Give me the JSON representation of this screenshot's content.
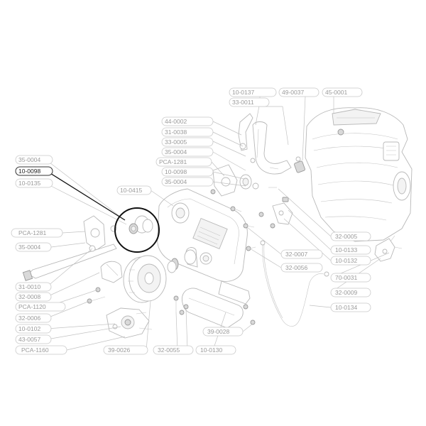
{
  "highlighted_part": "10-0098",
  "callouts": [
    {
      "id": "c-10-0137",
      "text": "10-0137"
    },
    {
      "id": "c-49-0037",
      "text": "49-0037"
    },
    {
      "id": "c-45-0001",
      "text": "45-0001"
    },
    {
      "id": "c-33-0011",
      "text": "33-0011"
    },
    {
      "id": "c-44-0002",
      "text": "44-0002"
    },
    {
      "id": "c-31-0038",
      "text": "31-0038"
    },
    {
      "id": "c-33-0005",
      "text": "33-0005"
    },
    {
      "id": "c-35-0004-a",
      "text": "35-0004"
    },
    {
      "id": "c-PCA-1281-a",
      "text": "PCA-1281"
    },
    {
      "id": "c-10-0098-a",
      "text": "10-0098"
    },
    {
      "id": "c-35-0004-b",
      "text": "35-0004"
    },
    {
      "id": "c-10-0415",
      "text": "10-0415"
    },
    {
      "id": "c-35-0004-c",
      "text": "35-0004"
    },
    {
      "id": "c-10-0098-b",
      "text": "10-0098"
    },
    {
      "id": "c-10-0135",
      "text": "10-0135"
    },
    {
      "id": "c-PCA-1281-b",
      "text": "PCA-1281"
    },
    {
      "id": "c-35-0004-d",
      "text": "35-0004"
    },
    {
      "id": "c-31-0010",
      "text": "31-0010"
    },
    {
      "id": "c-32-0008",
      "text": "32-0008"
    },
    {
      "id": "c-PCA-1120",
      "text": "PCA-1120"
    },
    {
      "id": "c-32-0006",
      "text": "32-0006"
    },
    {
      "id": "c-10-0102",
      "text": "10-0102"
    },
    {
      "id": "c-43-0057",
      "text": "43-0057"
    },
    {
      "id": "c-PCA-1160",
      "text": "PCA-1160"
    },
    {
      "id": "c-39-0026",
      "text": "39-0026"
    },
    {
      "id": "c-32-0055",
      "text": "32-0055"
    },
    {
      "id": "c-10-0130",
      "text": "10-0130"
    },
    {
      "id": "c-39-0028",
      "text": "39-0028"
    },
    {
      "id": "c-10-0134",
      "text": "10-0134"
    },
    {
      "id": "c-32-0009",
      "text": "32-0009"
    },
    {
      "id": "c-70-0031",
      "text": "70-0031"
    },
    {
      "id": "c-10-0132",
      "text": "10-0132"
    },
    {
      "id": "c-32-0056",
      "text": "32-0056"
    },
    {
      "id": "c-32-0007",
      "text": "32-0007"
    },
    {
      "id": "c-10-0133",
      "text": "10-0133"
    },
    {
      "id": "c-32-0005",
      "text": "32-0005"
    }
  ],
  "colors": {
    "line_art": "#b8b8b8",
    "label_text": "#9a9a9a",
    "highlight": "#111111"
  }
}
